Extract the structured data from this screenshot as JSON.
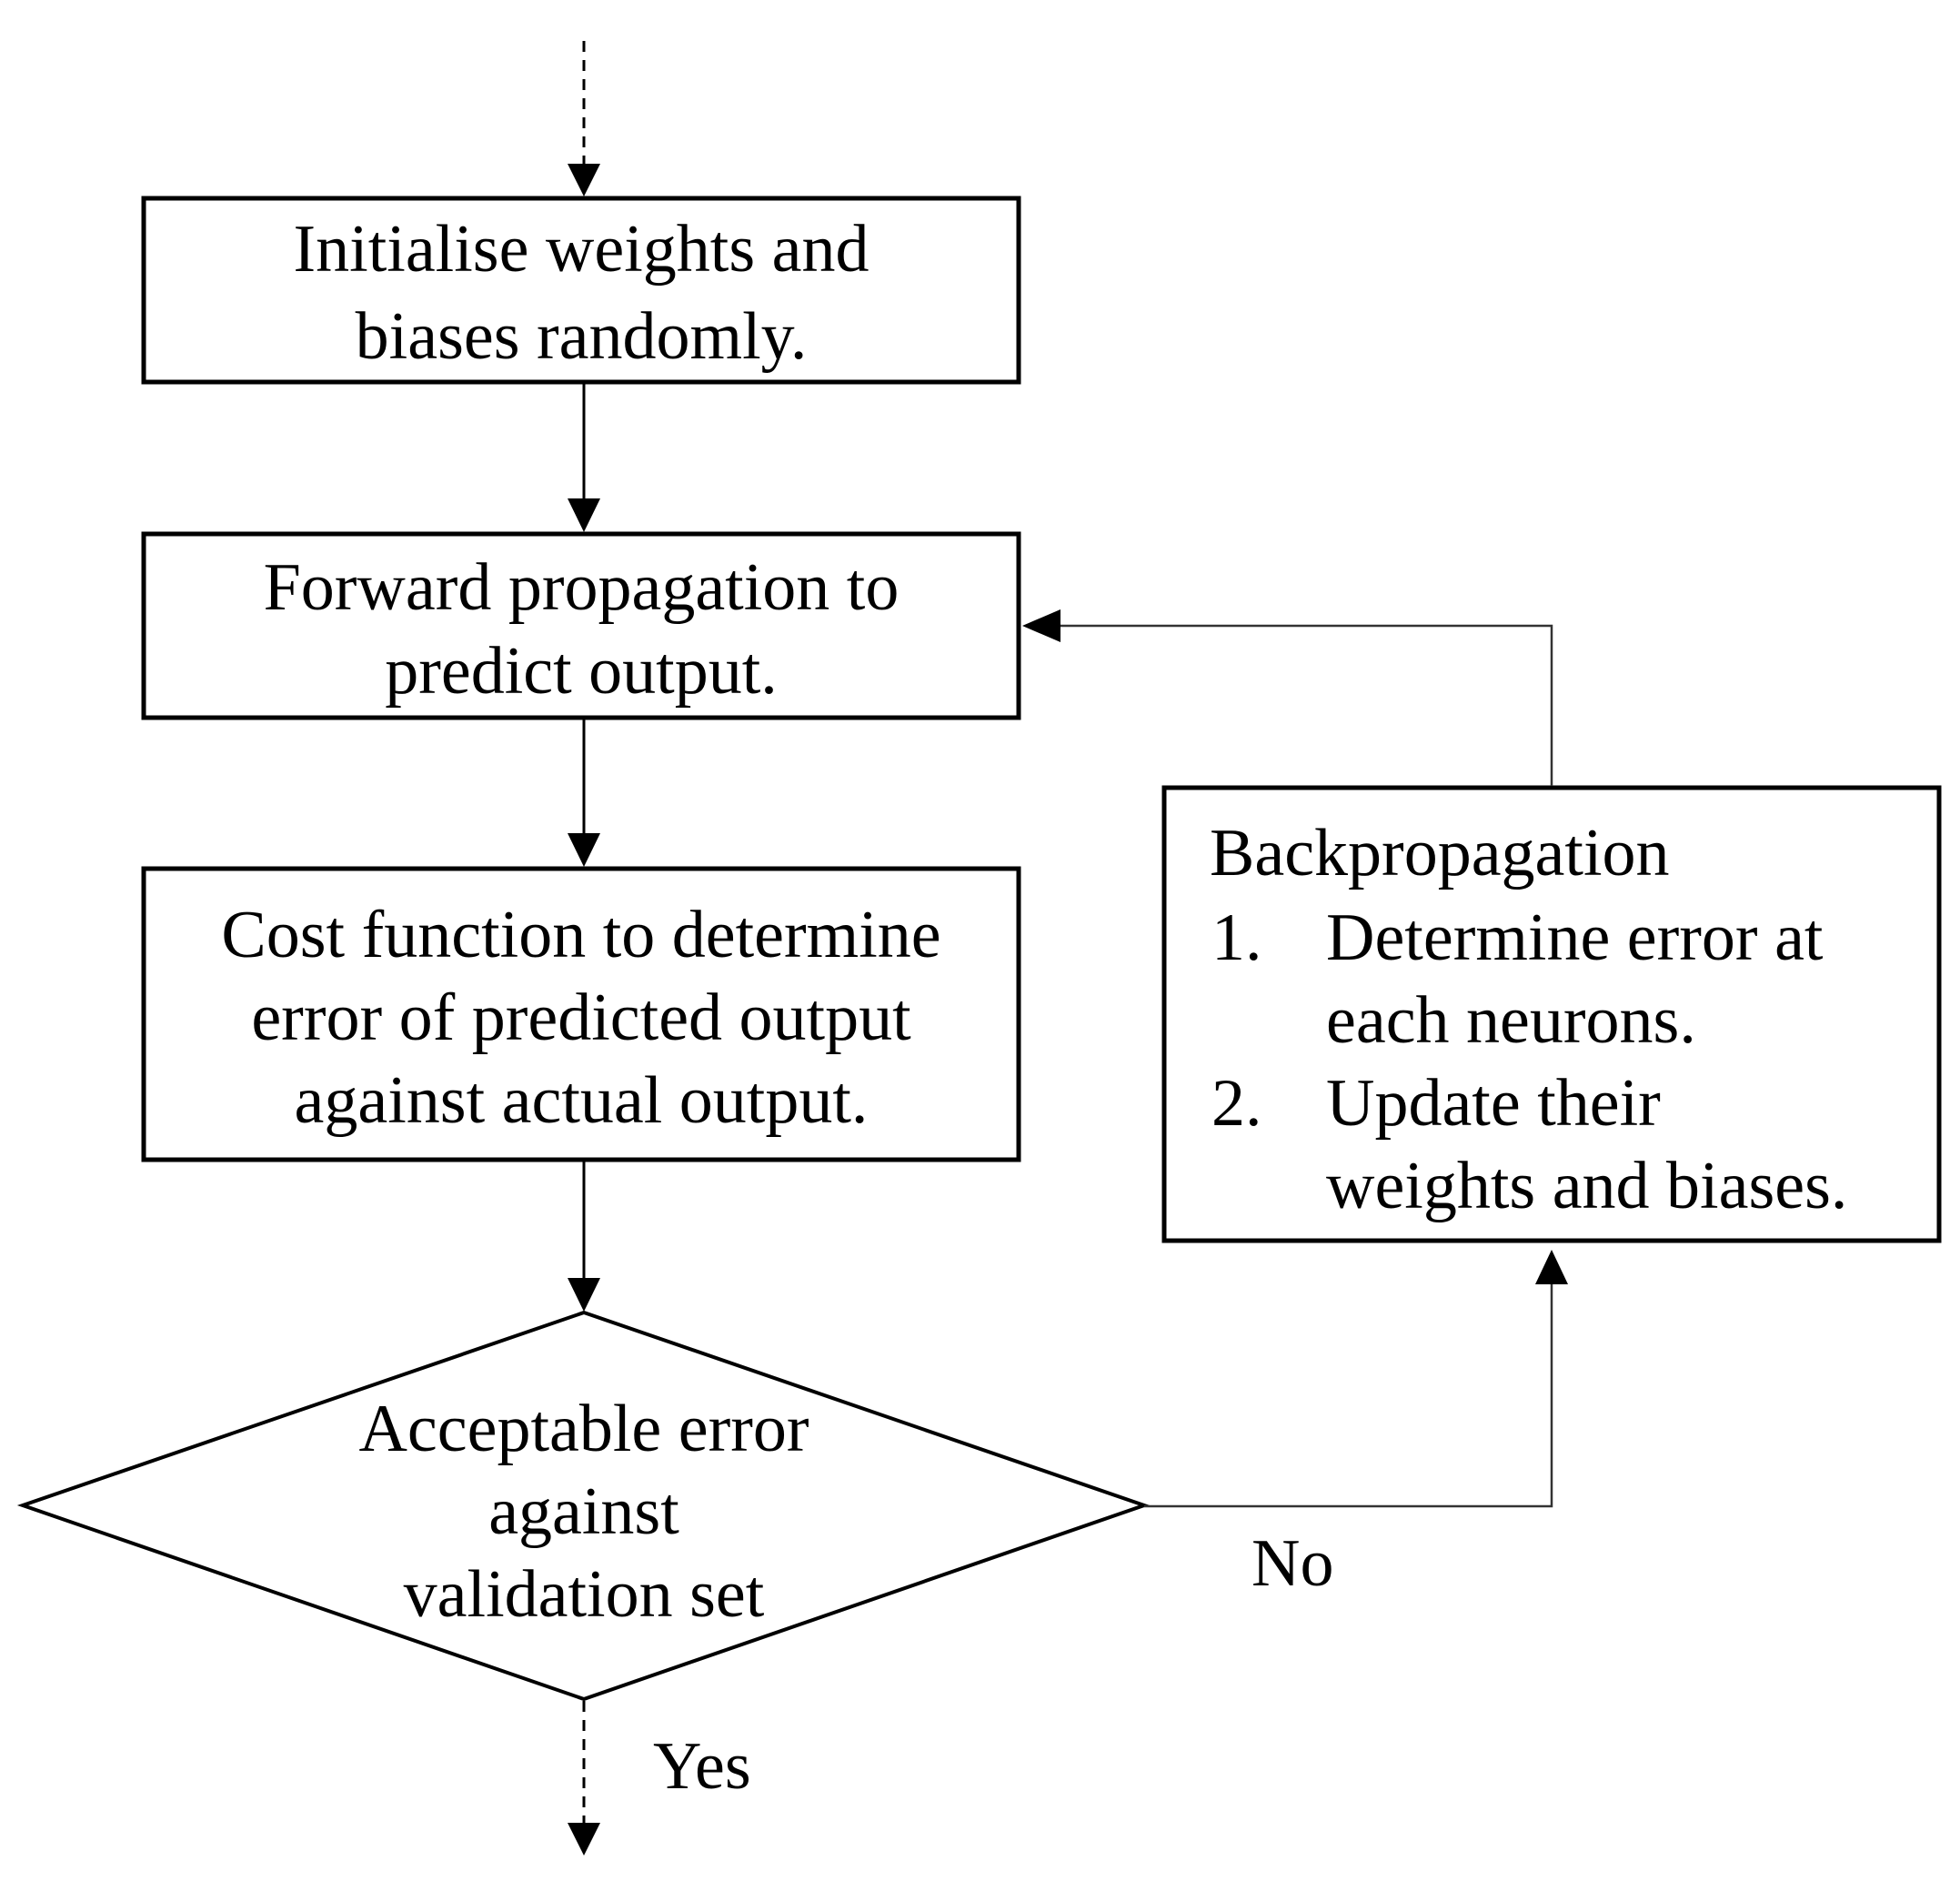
{
  "nodes": {
    "initialise": {
      "lines": [
        "Initialise weights and",
        "biases randomly."
      ]
    },
    "forward": {
      "lines": [
        "Forward propagation to",
        "predict output."
      ]
    },
    "cost": {
      "lines": [
        "Cost function to determine",
        "error of predicted output",
        "against actual output."
      ]
    },
    "decision": {
      "lines": [
        "Acceptable error",
        "against",
        "validation set"
      ]
    },
    "backprop": {
      "title": "Backpropagation",
      "steps": [
        {
          "number": "1.",
          "lines": [
            "Determine error at",
            "each neurons."
          ]
        },
        {
          "number": "2.",
          "lines": [
            "Update their",
            "weights and biases."
          ]
        }
      ]
    }
  },
  "edge_labels": {
    "no": "No",
    "yes": "Yes"
  }
}
